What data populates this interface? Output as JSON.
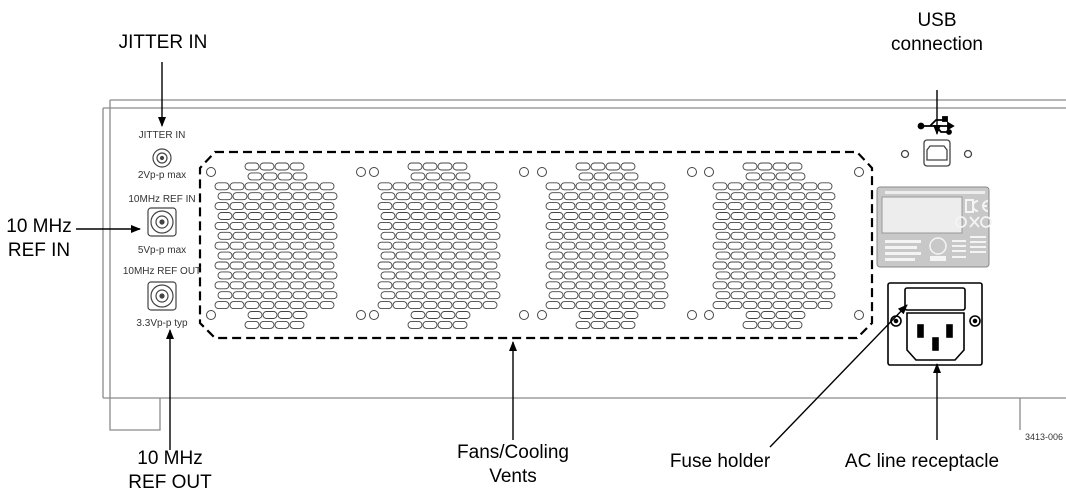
{
  "callouts": {
    "jitter_in": "JITTER IN",
    "usb_line1": "USB",
    "usb_line2": "connection",
    "ref_in_line1": "10 MHz",
    "ref_in_line2": "REF IN",
    "ref_out_line1": "10 MHz",
    "ref_out_line2": "REF OUT",
    "fans_line1": "Fans/Cooling",
    "fans_line2": "Vents",
    "fuse_holder": "Fuse holder",
    "ac_line": "AC line receptacle"
  },
  "panel_labels": {
    "jitter_in": "JITTER IN",
    "jitter_in_spec": "2Vp-p max",
    "ref_in": "10MHz REF IN",
    "ref_in_spec": "5Vp-p max",
    "ref_out": "10MHz REF OUT",
    "ref_out_spec": "3.3Vp-p typ"
  },
  "figure_id": "3413-006",
  "colors": {
    "line": "#000000",
    "panel_edge": "#8a8a8a",
    "label_plate": "#c8c8c8"
  },
  "icons": [
    "usb-icon",
    "ce-mark-icon",
    "recycle-icon",
    "etl-mark-icon"
  ]
}
